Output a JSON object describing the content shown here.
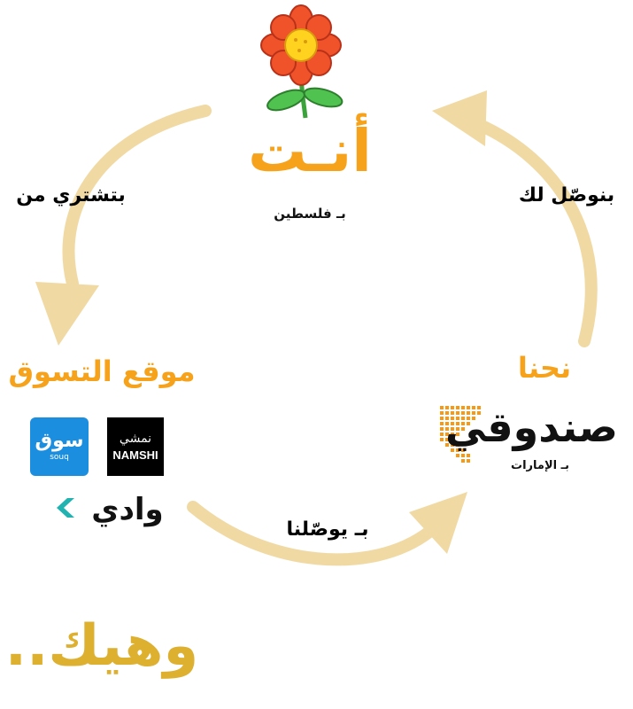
{
  "center": {
    "title": "أنـت",
    "subtitle": "بـ فلسطين",
    "icon": "flower-icon"
  },
  "arrows": {
    "left_label": "بتشتري من",
    "right_label": "بنوصّل لك",
    "bottom_label": "بـ يوصّلنا",
    "color": "#f0d9a3"
  },
  "shopping": {
    "title": "موقع التسوق",
    "logos": {
      "souq": {
        "arabic": "سوق",
        "english": "souq"
      },
      "namshi": {
        "arabic": "نمشي",
        "english": "NAMSHI"
      },
      "wadi": {
        "arabic": "وادي"
      }
    }
  },
  "us": {
    "title": "نحنا",
    "brand": "صندوقي",
    "subtitle": "بـ الإمارات"
  },
  "footer": {
    "text": "وهيك.."
  },
  "colors": {
    "orange": "#f7a21b",
    "gold": "#ddb030",
    "souq_blue": "#1c8ee0",
    "wadi_teal": "#22b3b0"
  }
}
